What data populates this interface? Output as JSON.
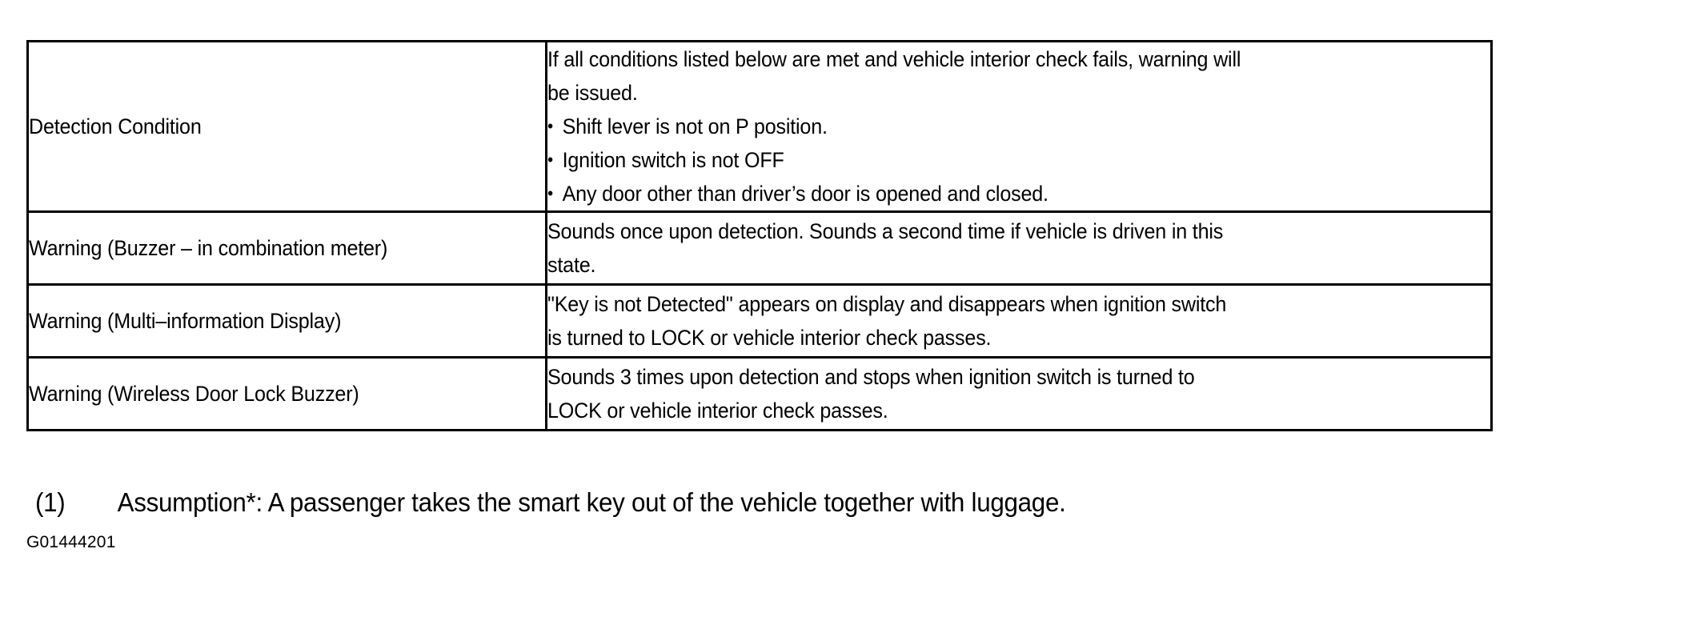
{
  "document": {
    "figure_code": "G01444201",
    "caption": {
      "index": "(1)",
      "text": "Assumption*: A passenger takes the smart key out of the vehicle together with luggage."
    }
  },
  "table": {
    "rows": [
      {
        "label": "Detection Condition",
        "lines": [
          {
            "bullet": false,
            "text": "If all conditions listed below are met and vehicle interior check fails, warning will"
          },
          {
            "bullet": false,
            "text": "be issued."
          },
          {
            "bullet": true,
            "text": "Shift lever is not on P position."
          },
          {
            "bullet": true,
            "text": "Ignition switch is not OFF"
          },
          {
            "bullet": true,
            "text": "Any door other than driver’s door is opened and closed."
          }
        ]
      },
      {
        "label": "Warning (Buzzer – in combination meter)",
        "lines": [
          {
            "bullet": false,
            "text": "Sounds once upon detection. Sounds a second time if vehicle is driven in this"
          },
          {
            "bullet": false,
            "text": "state."
          }
        ]
      },
      {
        "label": "Warning (Multi–information Display)",
        "lines": [
          {
            "bullet": false,
            "text": "\"Key is not Detected\" appears on display and disappears when ignition switch"
          },
          {
            "bullet": false,
            "text": "is turned to LOCK or vehicle interior check passes."
          }
        ]
      },
      {
        "label": "Warning (Wireless Door Lock Buzzer)",
        "lines": [
          {
            "bullet": false,
            "text": "Sounds 3 times upon detection and stops when ignition switch is turned to"
          },
          {
            "bullet": false,
            "text": "LOCK or vehicle interior check passes."
          }
        ]
      }
    ]
  }
}
